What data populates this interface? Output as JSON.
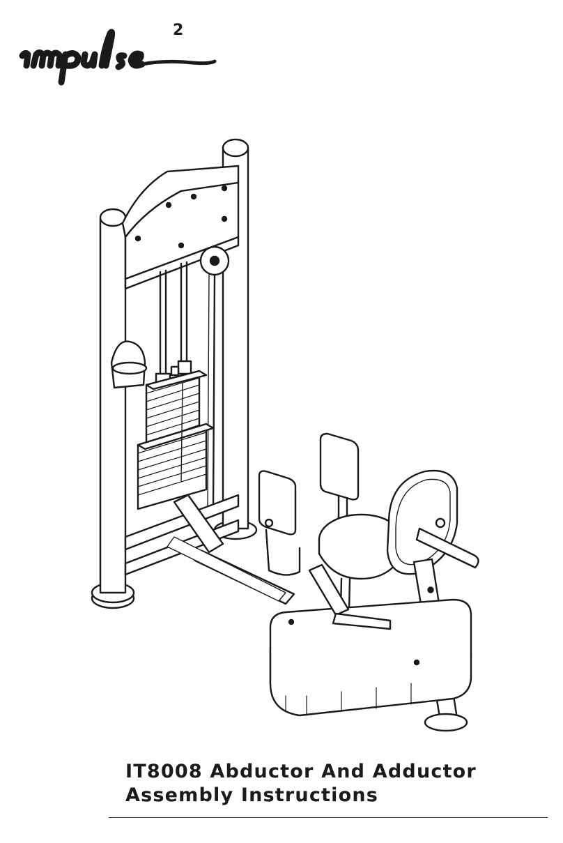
{
  "brand": {
    "logo_text": "impulse",
    "logo_superscript": "2",
    "logo_icon": "brand-script-logo"
  },
  "illustration": {
    "icon": "abductor-adductor-machine-illustration"
  },
  "title": {
    "line1": "IT8008 Abductor And Adductor",
    "line2": "Assembly Instructions"
  },
  "colors": {
    "ink": "#1a1a1a",
    "background": "#ffffff"
  }
}
